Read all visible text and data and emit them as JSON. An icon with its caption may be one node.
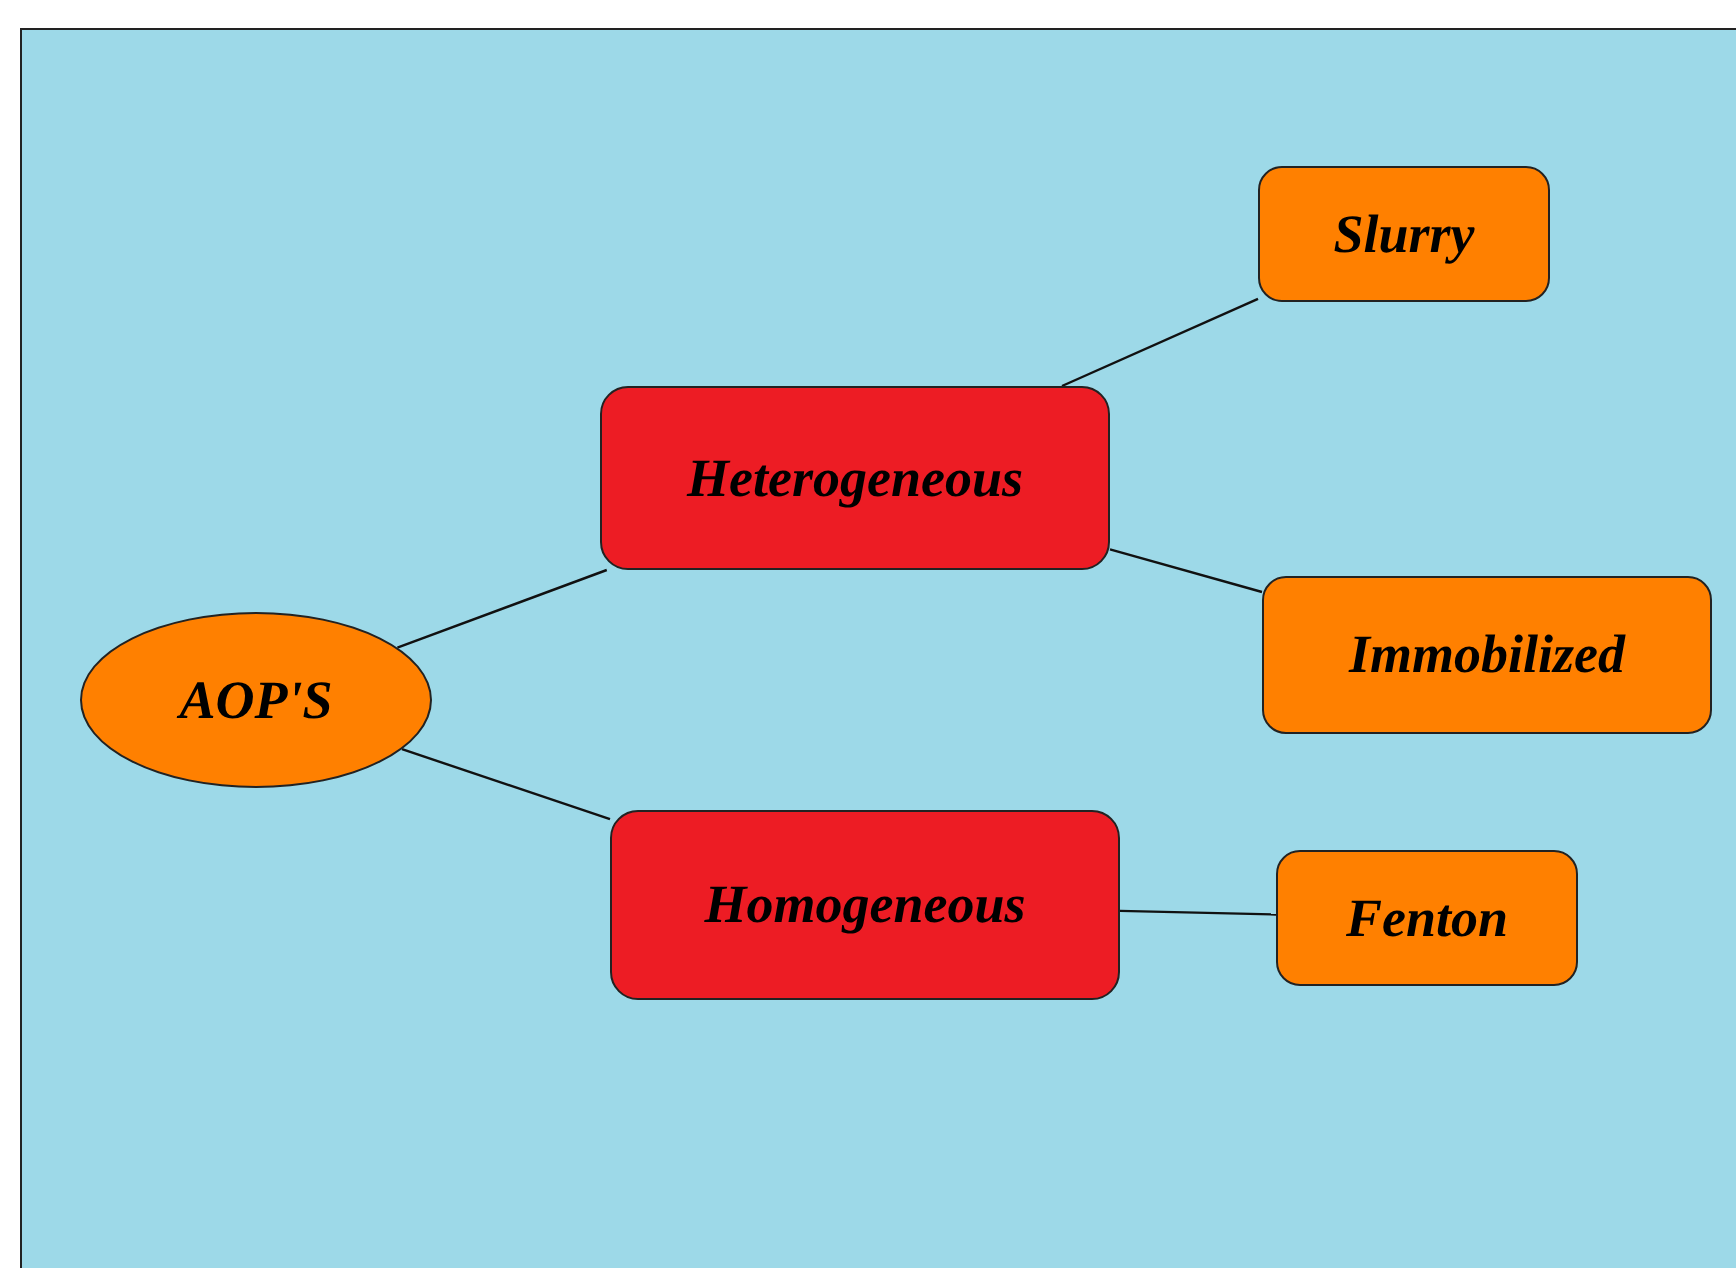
{
  "diagram": {
    "nodes": [
      {
        "text": [
          "AOP'S"
        ]
      },
      {
        "text": [
          "Heterogeneous"
        ]
      },
      {
        "text": [
          "Homogeneous"
        ]
      },
      {
        "text": [
          "Slurry"
        ]
      },
      {
        "text": [
          "Immobilized"
        ]
      },
      {
        "text": [
          "Fenton"
        ]
      }
    ],
    "edges": [
      {
        "from": 0,
        "to": 1,
        "arrow": "none"
      },
      {
        "from": 0,
        "to": 2,
        "arrow": "none"
      },
      {
        "from": 1,
        "to": 3,
        "arrow": "none"
      },
      {
        "from": 1,
        "to": 4,
        "arrow": "none"
      },
      {
        "from": 2,
        "to": 5,
        "arrow": "none"
      }
    ]
  }
}
